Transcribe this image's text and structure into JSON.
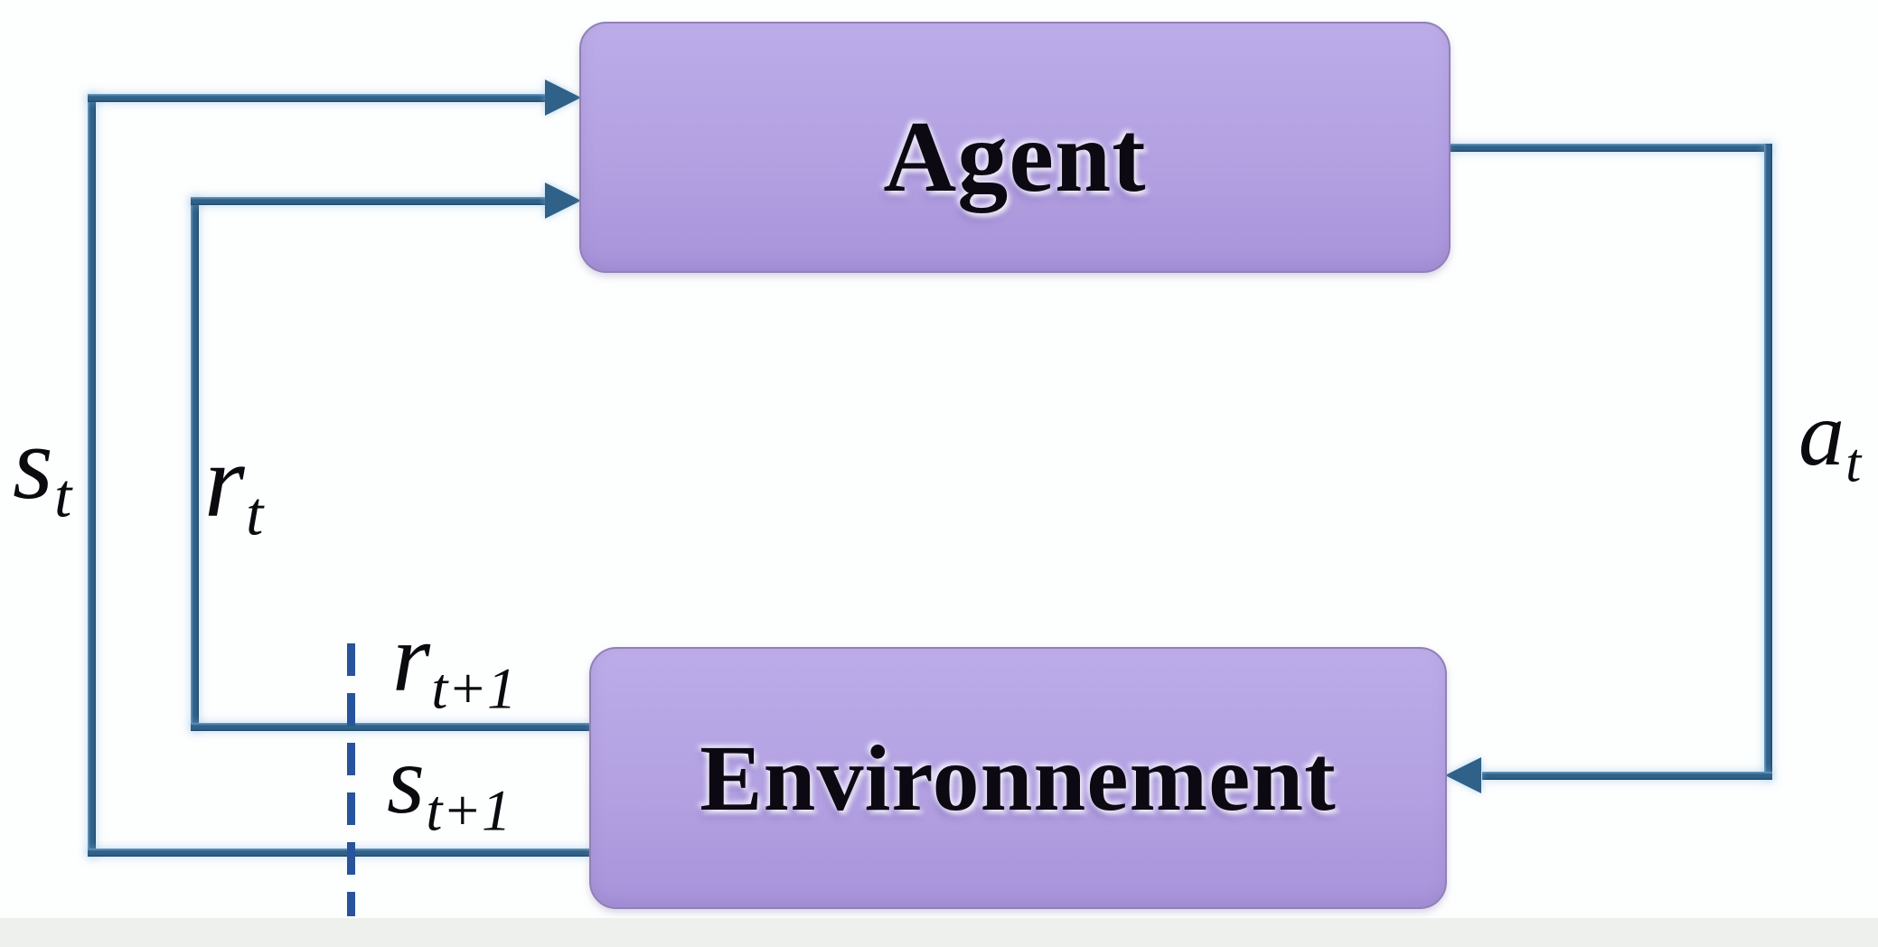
{
  "diagram": {
    "boxes": {
      "agent": {
        "label": "Agent"
      },
      "environment": {
        "label": "Environnement"
      }
    },
    "labels": {
      "state": {
        "base": "s",
        "sub": "t"
      },
      "reward": {
        "base": "r",
        "sub": "t"
      },
      "action": {
        "base": "a",
        "sub": "t"
      },
      "next_reward": {
        "base": "r",
        "sub": "t+1"
      },
      "next_state": {
        "base": "s",
        "sub": "t+1"
      }
    },
    "colors": {
      "box_fill": "#b3a1e2",
      "box_fill_light": "#bcace8",
      "box_fill_dark": "#a894da",
      "box_border": "#9181b5",
      "line": "#2f6189",
      "dash": "#27549b",
      "title_text": "#0d0913",
      "label_text": "#0a0a0f"
    }
  }
}
